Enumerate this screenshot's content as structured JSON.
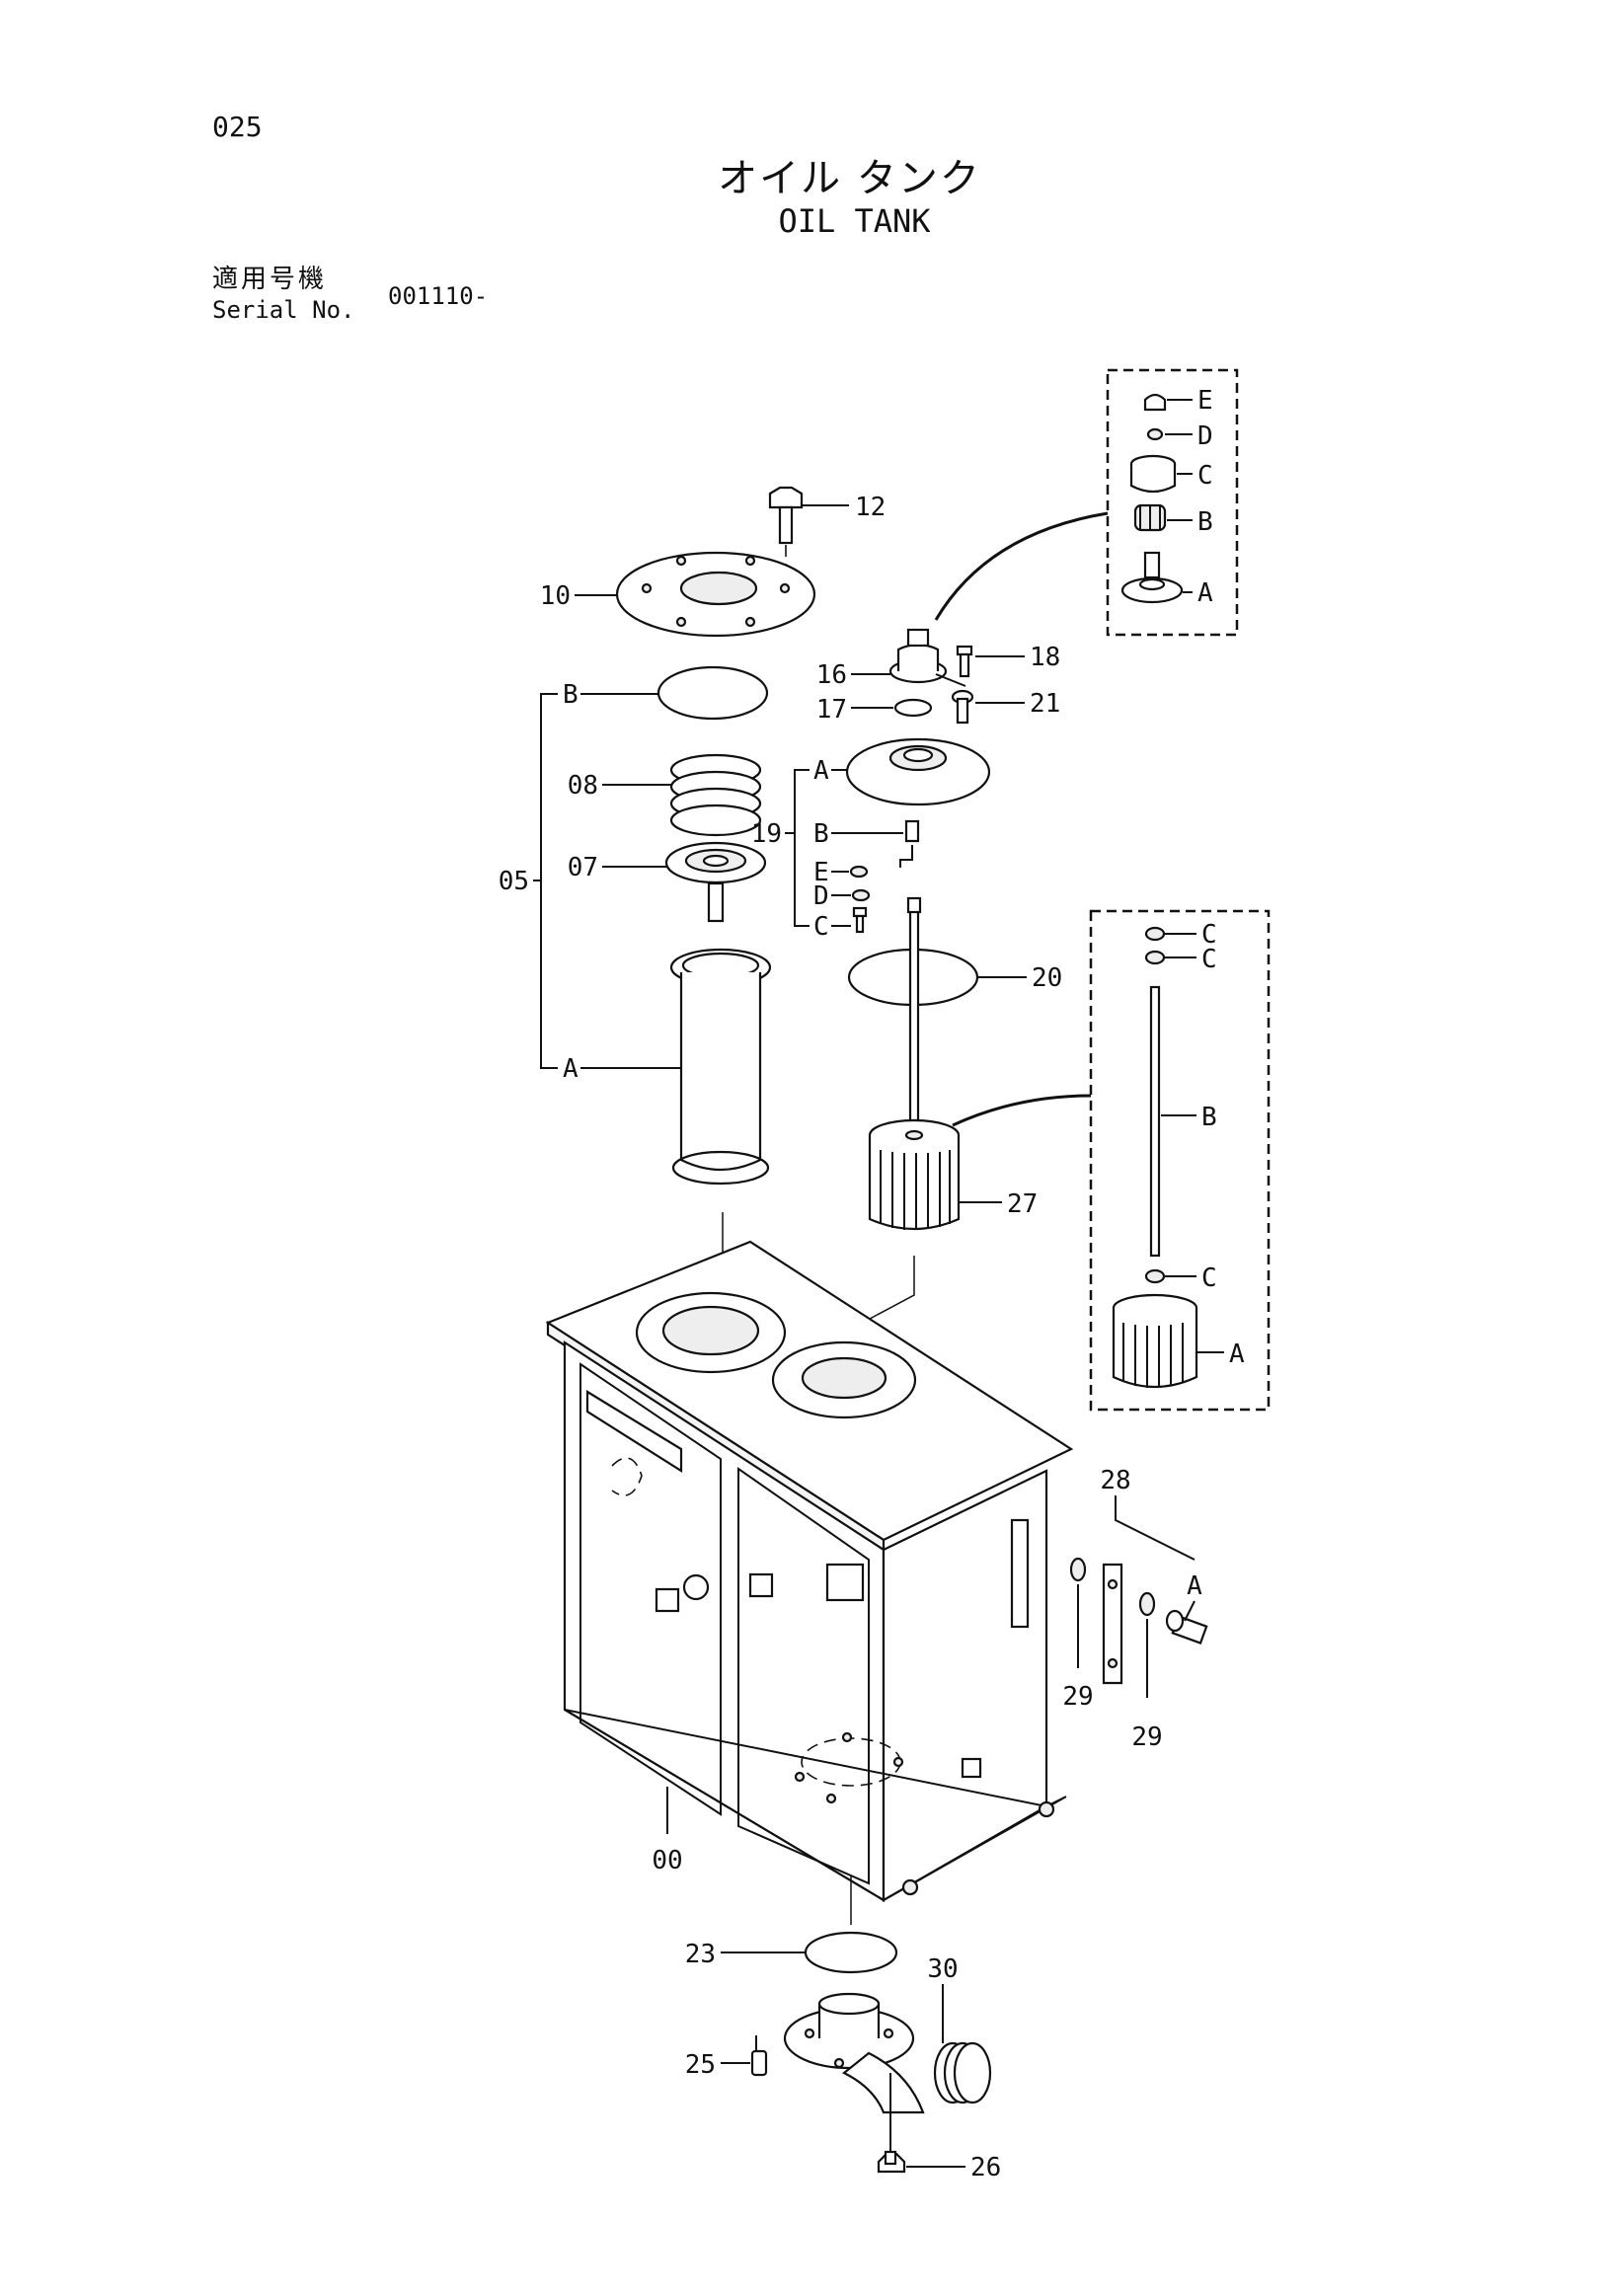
{
  "header": {
    "page_number": "025",
    "title_jp": "オイル タンク",
    "title_en": "OIL TANK",
    "serial_label_jp": "適用号機",
    "serial_label_en": "Serial No.",
    "serial_value": "001110-"
  },
  "callouts": {
    "p00": "00",
    "p05": "05",
    "p07": "07",
    "p08": "08",
    "p10": "10",
    "p12": "12",
    "p16": "16",
    "p17": "17",
    "p18": "18",
    "p19": "19",
    "p20": "20",
    "p21": "21",
    "p23": "23",
    "p25": "25",
    "p26": "26",
    "p27": "27",
    "p28": "28",
    "p29a": "29",
    "p29b": "29",
    "p30": "30",
    "g05_A": "A",
    "g05_B": "B",
    "g19_A": "A",
    "g19_B": "B",
    "g19_C": "C",
    "g19_D": "D",
    "g19_E": "E",
    "g28_A": "A",
    "inset1_A": "A",
    "inset1_B": "B",
    "inset1_C": "C",
    "inset1_D": "D",
    "inset1_E": "E",
    "inset2_A": "A",
    "inset2_B": "B",
    "inset2_C1": "C",
    "inset2_C2": "C",
    "inset2_C3": "C"
  }
}
